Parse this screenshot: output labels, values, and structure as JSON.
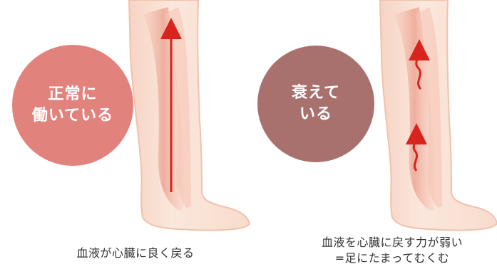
{
  "colors": {
    "circle_normal": "#e2827d",
    "circle_weak": "#a8716e",
    "leg_skin": "#fbe7dc",
    "leg_outline": "#f0c2ad",
    "muscle": "#e9a08f",
    "arrow": "#d9231e"
  },
  "panels": {
    "normal": {
      "circle_lines": [
        "正常に",
        "働いている"
      ],
      "caption_lines": [
        "血液が心臓に良く戻る"
      ]
    },
    "weak": {
      "circle_lines": [
        "衰えて",
        "いる"
      ],
      "caption_lines": [
        "血液を心臓に戻す力が弱い",
        "=足にたまってむくむ"
      ]
    }
  }
}
